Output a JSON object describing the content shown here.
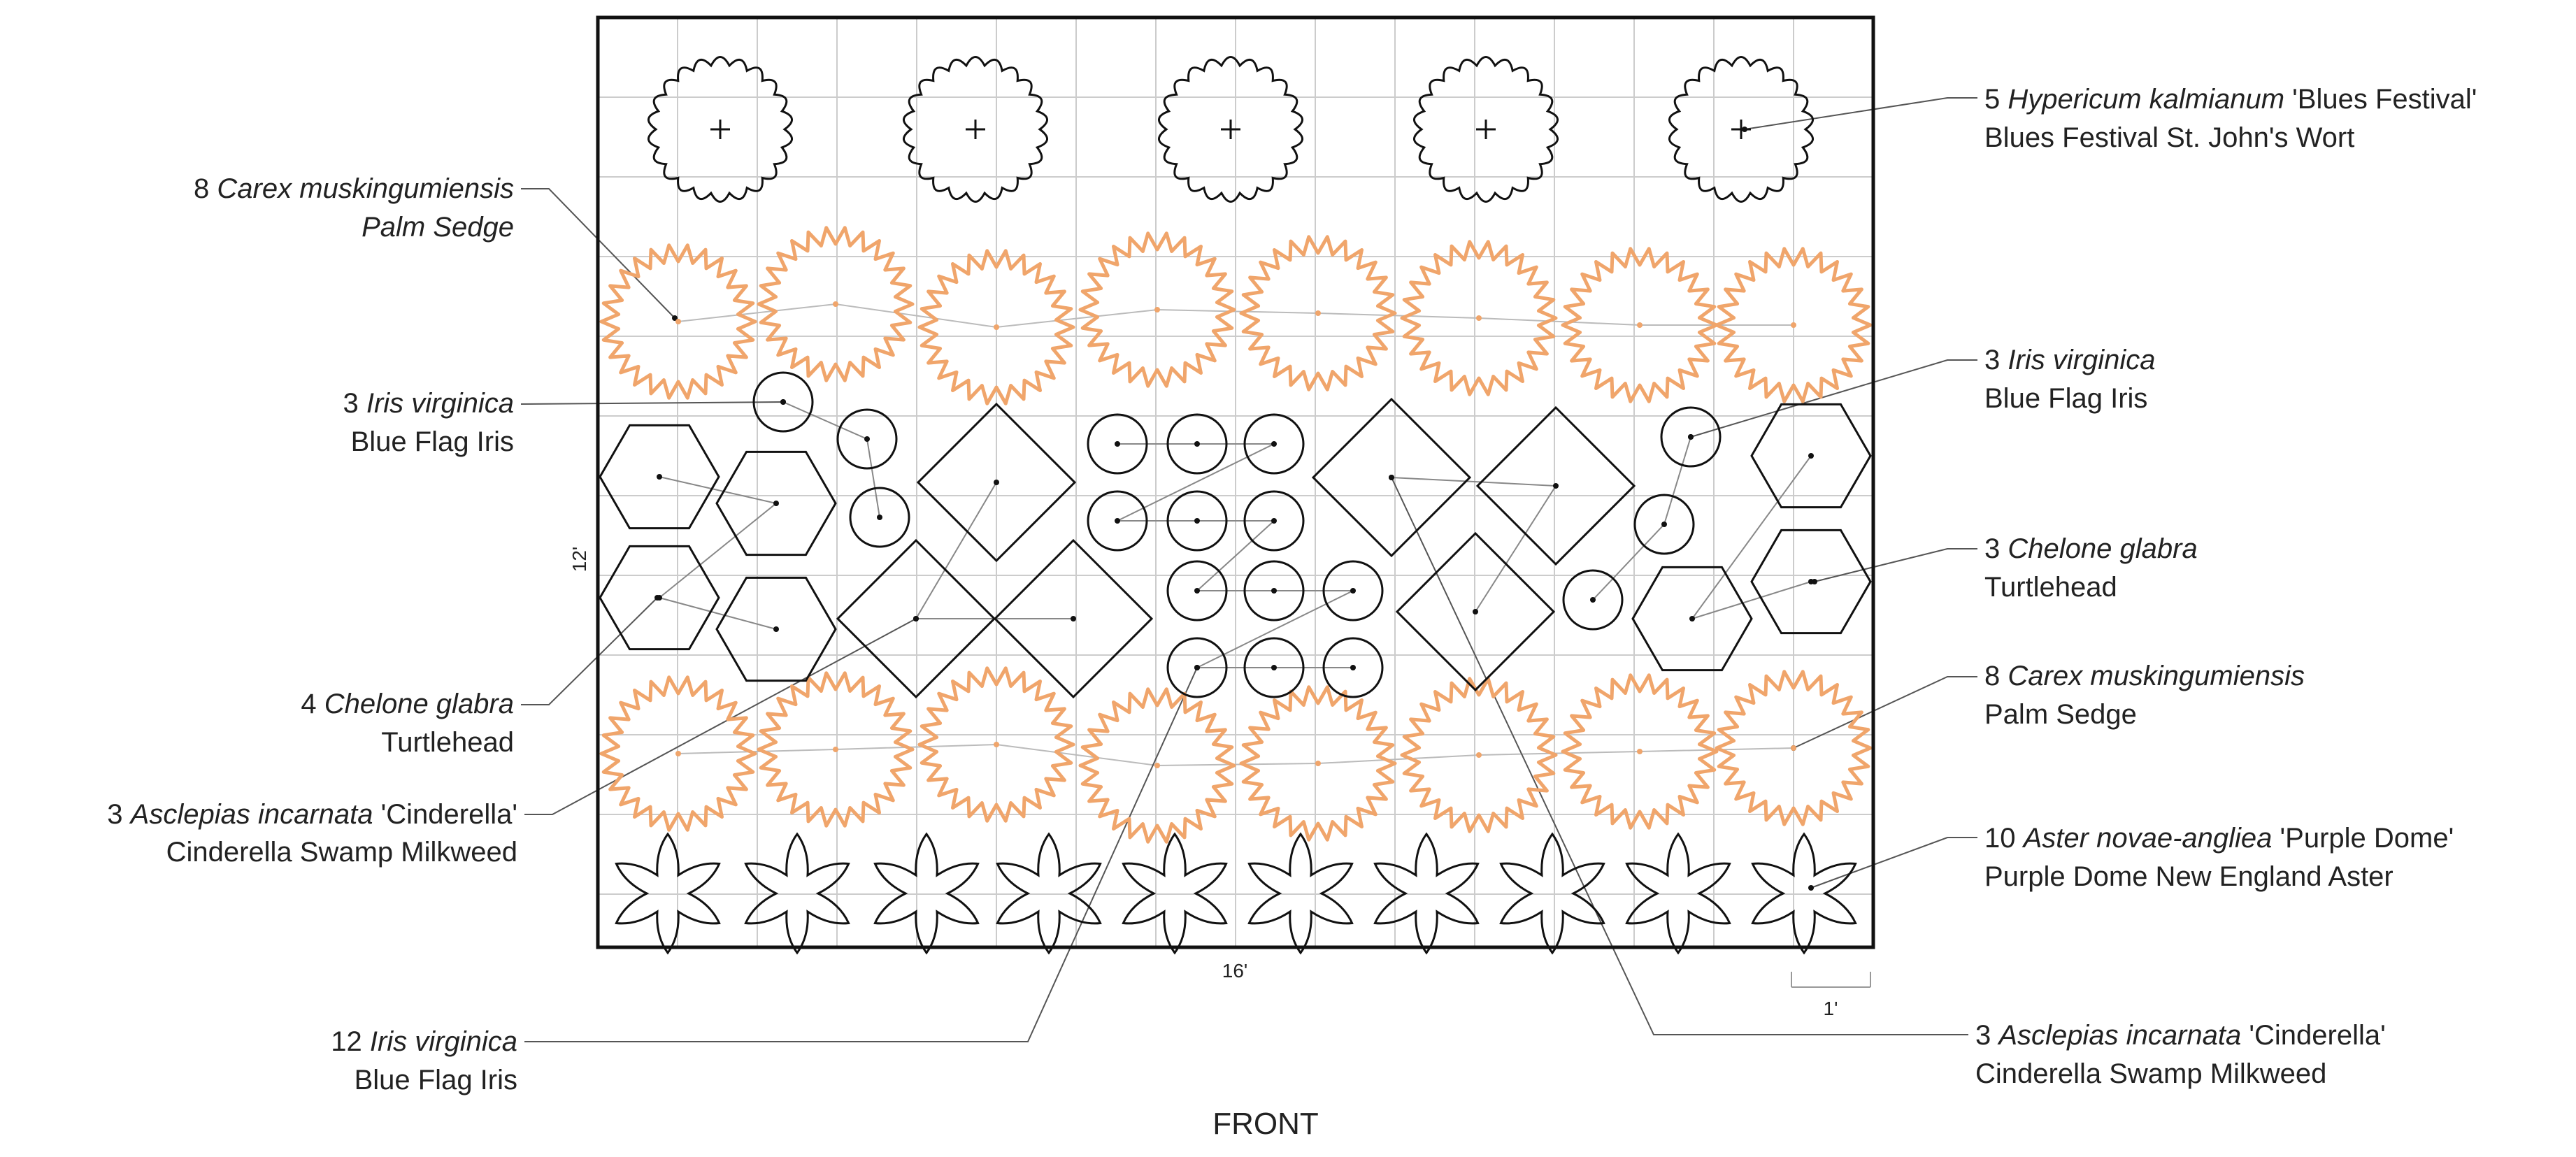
{
  "colors": {
    "ink": "#111111",
    "grid": "#cccccc",
    "sedge": "#f0a56b",
    "leader": "#555555"
  },
  "plan": {
    "width_label": "16'",
    "height_label": "12'",
    "scale_label": "1'",
    "front_label": "FRONT"
  },
  "callouts": {
    "hypericum": {
      "count": "5",
      "botanical": "Hypericum kalmianum",
      "cultivar": "'Blues Festival'",
      "common": "Blues Festival St. John's Wort"
    },
    "carex_top": {
      "count": "8",
      "botanical": "Carex muskingumiensis",
      "common": "Palm Sedge"
    },
    "iris_left": {
      "count": "3",
      "botanical": "Iris virginica",
      "common": "Blue Flag Iris"
    },
    "iris_right": {
      "count": "3",
      "botanical": "Iris virginica",
      "common": "Blue Flag Iris"
    },
    "chelone_right": {
      "count": "3",
      "botanical": "Chelone glabra",
      "common": "Turtlehead"
    },
    "chelone_left": {
      "count": "4",
      "botanical": "Chelone glabra",
      "common": "Turtlehead"
    },
    "carex_bottom": {
      "count": "8",
      "botanical": "Carex muskingumiensis",
      "common": "Palm Sedge"
    },
    "asclepias_left": {
      "count": "3",
      "botanical": "Asclepias incarnata",
      "cultivar": "'Cinderella'",
      "common": "Cinderella Swamp Milkweed"
    },
    "aster": {
      "count": "10",
      "botanical": "Aster novae-angliea",
      "cultivar": "'Purple Dome'",
      "common": "Purple Dome New England Aster"
    },
    "iris_bottom": {
      "count": "12",
      "botanical": "Iris virginica",
      "common": "Blue Flag Iris"
    },
    "asclepias_right": {
      "count": "3",
      "botanical": "Asclepias incarnata",
      "cultivar": "'Cinderella'",
      "common": "Cinderella Swamp Milkweed"
    }
  }
}
